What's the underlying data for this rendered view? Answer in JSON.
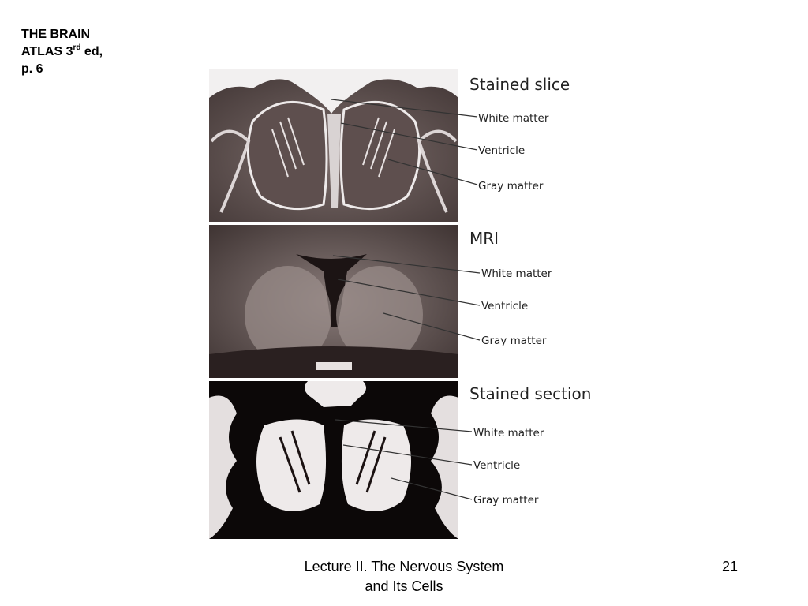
{
  "header": {
    "line1": "THE BRAIN",
    "line2_prefix": "ATLAS  3",
    "line2_sup": "rd",
    "line2_suffix": " ed,",
    "line3": "p. 6"
  },
  "figure": {
    "panels": [
      {
        "title": "Stained slice",
        "labels": [
          "White matter",
          "Ventricle",
          "Gray matter"
        ]
      },
      {
        "title": "MRI",
        "labels": [
          "White matter",
          "Ventricle",
          "Gray matter"
        ]
      },
      {
        "title": "Stained section",
        "labels": [
          "White matter",
          "Ventricle",
          "Gray matter"
        ]
      }
    ]
  },
  "footer": {
    "lecture_line1": "Lecture II. The Nervous System",
    "lecture_line2": "and Its Cells",
    "page_number": "21"
  }
}
